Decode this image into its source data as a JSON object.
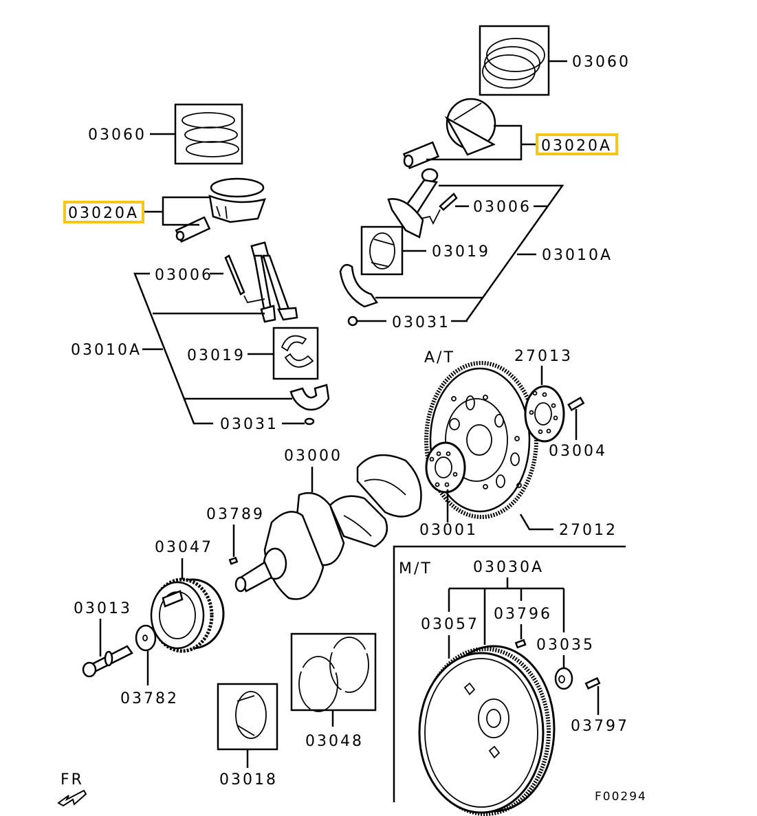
{
  "diagram": {
    "figure_id": "F00294",
    "direction_label": "FR",
    "sections": {
      "automatic": "A/T",
      "manual": "M/T"
    },
    "highlight_color": "#f5c518",
    "callouts": {
      "rings_top_right": "03060",
      "rings_left": "03060",
      "piston_right": "03020A",
      "piston_left": "03020A",
      "rod_bolt_right": "03006",
      "rod_bolt_left": "03006",
      "bearing_right": "03019",
      "bearing_left": "03019",
      "rod_assy_right": "03010A",
      "rod_assy_left": "03010A",
      "rod_nut_right": "03031",
      "rod_nut_left": "03031",
      "drive_plate_adapter": "27013",
      "drive_plate_bolt": "03004",
      "drive_plate": "27012",
      "crankshaft": "03000",
      "crank_adapter": "03001",
      "key": "03789",
      "damper_pulley": "03047",
      "pulley_bolt": "03013",
      "washer": "03782",
      "thrust_bearing": "03048",
      "main_bearing": "03018",
      "flywheel_assy": "03030A",
      "flywheel": "03057",
      "flywheel_pin": "03796",
      "pilot_bearing": "03035",
      "flywheel_bolt": "03797"
    }
  }
}
